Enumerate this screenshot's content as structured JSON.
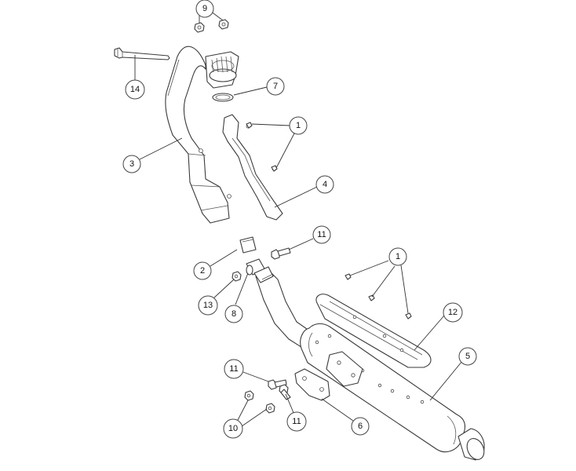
{
  "callouts": {
    "c9": "9",
    "c14": "14",
    "c7": "7",
    "c1a": "1",
    "c3": "3",
    "c4": "4",
    "c11a": "11",
    "c2": "2",
    "c13": "13",
    "c8": "8",
    "c1b": "1",
    "c12": "12",
    "c5": "5",
    "c11b": "11",
    "c10": "10",
    "c11c": "11",
    "c6": "6"
  }
}
